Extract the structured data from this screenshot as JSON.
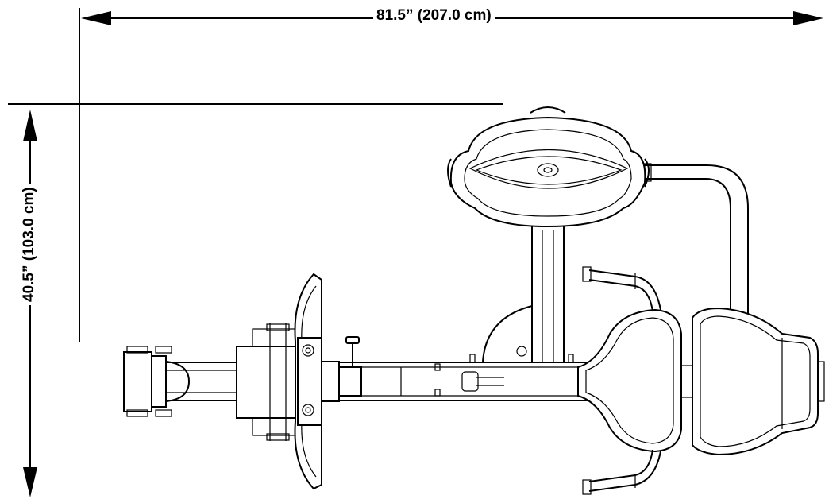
{
  "dimensions": {
    "length_label": "81.5” (207.0 cm)",
    "width_label": "40.5” (103.0 cm)"
  },
  "drawing": {
    "subject": "top-view-recumbent-exercise-machine",
    "line_color": "#000000",
    "background_color": "#ffffff"
  }
}
